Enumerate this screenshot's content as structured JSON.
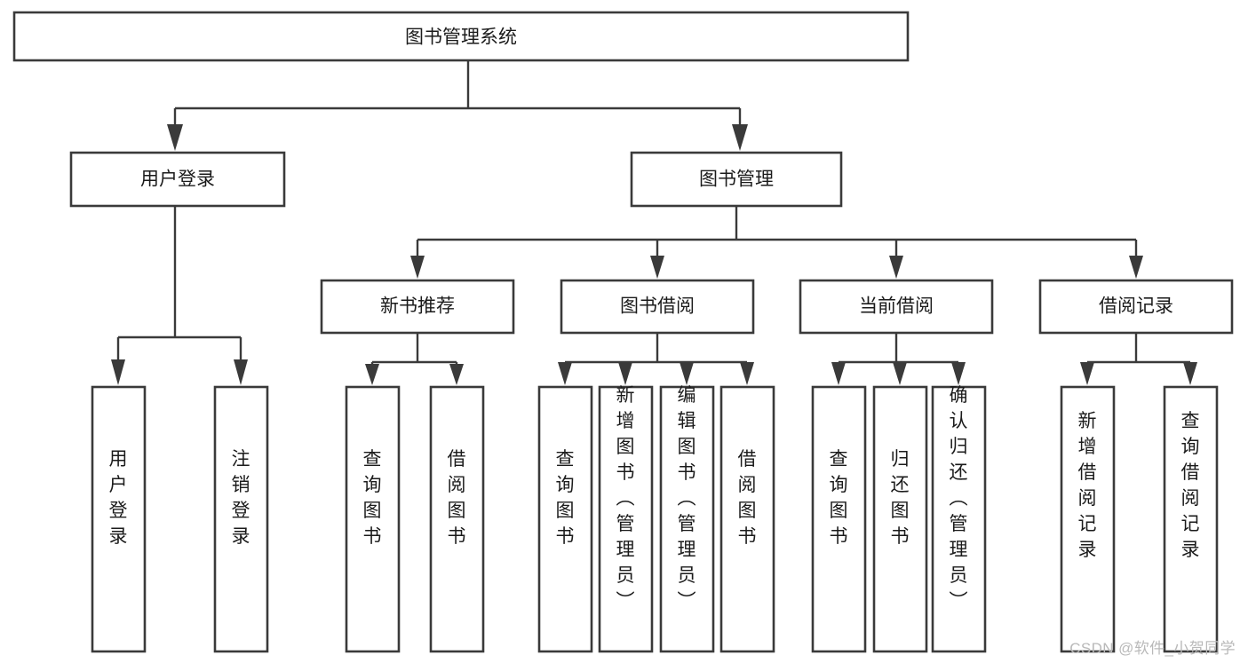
{
  "diagram": {
    "type": "tree-hierarchy-chart",
    "title": "图书管理系统",
    "colors": {
      "box_stroke": "#3a3a3a",
      "box_fill": "#ffffff",
      "connector": "#3a3a3a",
      "text": "#1b1b1b",
      "watermark": "#b9b9b9",
      "background": "#ffffff"
    },
    "root": {
      "label": "图书管理系统"
    },
    "level2": [
      {
        "label": "用户登录"
      },
      {
        "label": "图书管理"
      }
    ],
    "level3": [
      {
        "label": "新书推荐"
      },
      {
        "label": "图书借阅"
      },
      {
        "label": "当前借阅"
      },
      {
        "label": "借阅记录"
      }
    ],
    "leaves": {
      "user_login": [
        {
          "label": "用户登录"
        },
        {
          "label": "注销登录"
        }
      ],
      "new_book_recommend": [
        {
          "label": "查询图书"
        },
        {
          "label": "借阅图书"
        }
      ],
      "book_borrow": [
        {
          "label": "查询图书"
        },
        {
          "label": "新增图书（管理员）"
        },
        {
          "label": "编辑图书（管理员）"
        },
        {
          "label": "借阅图书"
        }
      ],
      "current_borrow": [
        {
          "label": "查询图书"
        },
        {
          "label": "归还图书"
        },
        {
          "label": "确认归还（管理员）"
        }
      ],
      "borrow_records": [
        {
          "label": "新增借阅记录"
        },
        {
          "label": "查询借阅记录"
        }
      ]
    },
    "watermark": "CSDN @软件_小贺同学"
  }
}
